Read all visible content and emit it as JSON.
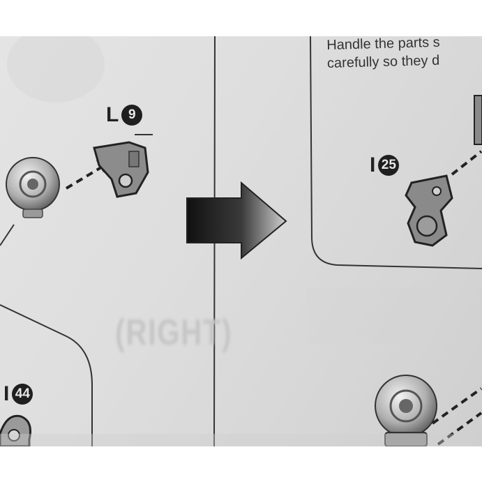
{
  "note": {
    "line1": "Handle the parts s",
    "line2": "carefully so they d"
  },
  "labels": {
    "l9": {
      "letter": "L",
      "number": "9"
    },
    "i25": {
      "letter": "I",
      "number": "25"
    },
    "i44": {
      "letter": "I",
      "number": "44"
    }
  },
  "ghost_text": "(RIGHT)",
  "colors": {
    "paper": "#dedede",
    "ink": "#222222",
    "part_gray": "#8a8a8a",
    "arrow_dark": "#1a1a1a"
  },
  "icons": [
    "part-l9-icon",
    "part-i25-icon",
    "part-i44-icon",
    "sphere-joint-icon",
    "big-arrow-icon"
  ]
}
